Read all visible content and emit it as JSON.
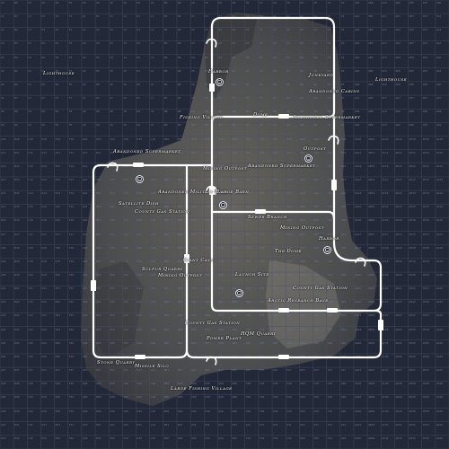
{
  "colors": {
    "background": "#232838",
    "grid": "#4a5066",
    "terrain": "#5a5a58",
    "terrain_dark": "#3b3d40",
    "rail": "#ffffff"
  },
  "icons": {
    "monument_marker": "train-station-icon",
    "rail_bump": "tunnel-entrance-icon",
    "rail_block": "rail-signal-icon"
  },
  "grid": {
    "columns": 33,
    "rows": 33
  },
  "labels": [
    {
      "id": "lighthouse-west",
      "text": "Lighthouse"
    },
    {
      "id": "lighthouse-east",
      "text": "Lighthouse"
    },
    {
      "id": "harbor-north",
      "text": "Harbor"
    },
    {
      "id": "junkyard",
      "text": "Junkyard"
    },
    {
      "id": "abandoned-cabins",
      "text": "Abandoned Cabins"
    },
    {
      "id": "fishing-village",
      "text": "Fishing Village"
    },
    {
      "id": "dome-north",
      "text": "Dome"
    },
    {
      "id": "abandoned-supermarket-ne",
      "text": "Abandoned Supermarket"
    },
    {
      "id": "outpost",
      "text": "Outpost"
    },
    {
      "id": "abandoned-supermarket-w",
      "text": "Abandoned Supermarket"
    },
    {
      "id": "mining-outpost-center",
      "text": "Mining Outpost"
    },
    {
      "id": "abandoned-supermarket-c",
      "text": "Abandoned Supermarket"
    },
    {
      "id": "abandoned-military-base",
      "text": "Abandoned Military Base"
    },
    {
      "id": "large-barn",
      "text": "Large Barn"
    },
    {
      "id": "satellite-dish",
      "text": "Satellite Dish"
    },
    {
      "id": "county-gas-station-w",
      "text": "County Gas Station"
    },
    {
      "id": "sewer-branch",
      "text": "Sewer Branch"
    },
    {
      "id": "mining-outpost-e",
      "text": "Mining Outpost"
    },
    {
      "id": "harbor-east",
      "text": "Harbor"
    },
    {
      "id": "the-dome",
      "text": "The Dome"
    },
    {
      "id": "giant-cave",
      "text": "Giant Cave"
    },
    {
      "id": "sulfur-quarry",
      "text": "Sulfur Quarry"
    },
    {
      "id": "mining-outpost-sw",
      "text": "Mining Outpost"
    },
    {
      "id": "launch-site",
      "text": "Launch Site"
    },
    {
      "id": "county-gas-station-e",
      "text": "County Gas Station"
    },
    {
      "id": "arctic-research-base",
      "text": "Arctic Research Base"
    },
    {
      "id": "county-gas-station-s",
      "text": "County Gas Station"
    },
    {
      "id": "hqm-quarry",
      "text": "HQM Quarry"
    },
    {
      "id": "power-plant",
      "text": "Power Plant"
    },
    {
      "id": "stone-quarry",
      "text": "Stone Quarry"
    },
    {
      "id": "missile-silo",
      "text": "Missile Silo"
    },
    {
      "id": "large-fishing-village",
      "text": "Large Fishing Village"
    }
  ]
}
